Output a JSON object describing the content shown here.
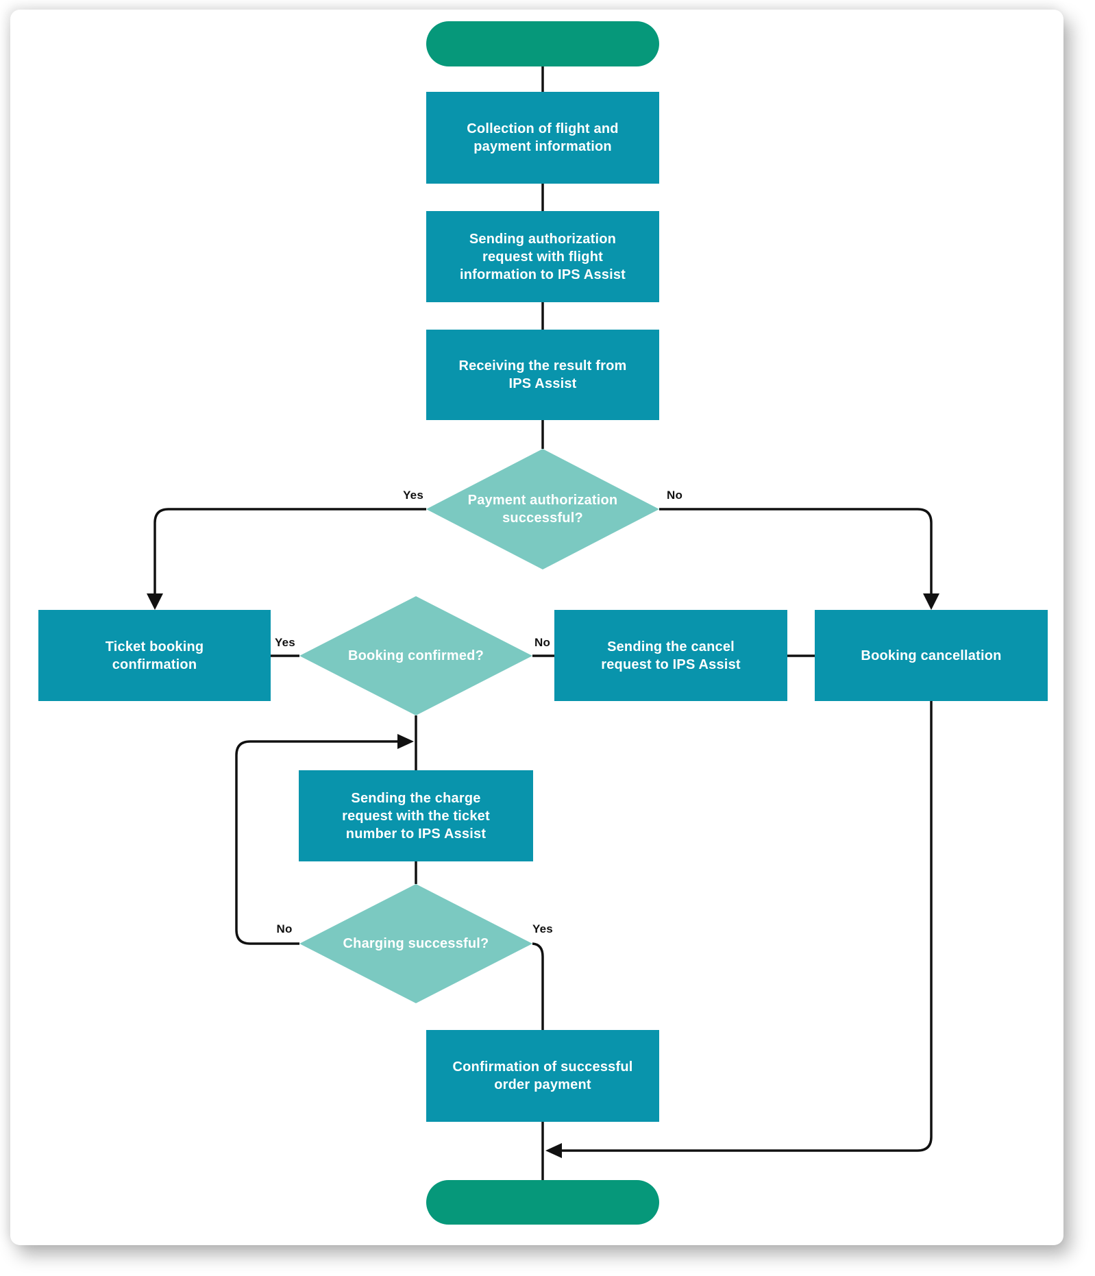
{
  "diagram": {
    "type": "flowchart",
    "nodes": [
      {
        "id": "start",
        "kind": "terminator",
        "label": ""
      },
      {
        "id": "collection",
        "kind": "process",
        "label": "Collection of flight and payment information"
      },
      {
        "id": "auth_request",
        "kind": "process",
        "label": "Sending authorization request with flight information to IPS Assist"
      },
      {
        "id": "receive_result",
        "kind": "process",
        "label": "Receiving the result from IPS Assist"
      },
      {
        "id": "payment_auth",
        "kind": "decision",
        "label": "Payment authorization successful?"
      },
      {
        "id": "ticket_confirmation",
        "kind": "process",
        "label": "Ticket booking confirmation"
      },
      {
        "id": "booking_confirmed",
        "kind": "decision",
        "label": "Booking confirmed?"
      },
      {
        "id": "cancel_request",
        "kind": "process",
        "label": "Sending the cancel request to IPS Assist"
      },
      {
        "id": "booking_cancellation",
        "kind": "process",
        "label": "Booking cancellation"
      },
      {
        "id": "charge_request",
        "kind": "process",
        "label": "Sending the charge request with the ticket number to IPS Assist"
      },
      {
        "id": "charging_successful",
        "kind": "decision",
        "label": "Charging successful?"
      },
      {
        "id": "order_confirmation",
        "kind": "process",
        "label": "Confirmation of successful order payment"
      },
      {
        "id": "end",
        "kind": "terminator",
        "label": ""
      }
    ],
    "edges": [
      {
        "from": "start",
        "to": "collection",
        "label": ""
      },
      {
        "from": "collection",
        "to": "auth_request",
        "label": ""
      },
      {
        "from": "auth_request",
        "to": "receive_result",
        "label": ""
      },
      {
        "from": "receive_result",
        "to": "payment_auth",
        "label": ""
      },
      {
        "from": "payment_auth",
        "to": "ticket_confirmation",
        "label": "Yes"
      },
      {
        "from": "payment_auth",
        "to": "booking_cancellation",
        "label": "No"
      },
      {
        "from": "booking_confirmed",
        "to": "ticket_confirmation",
        "label": "Yes"
      },
      {
        "from": "booking_confirmed",
        "to": "cancel_request",
        "label": "No"
      },
      {
        "from": "cancel_request",
        "to": "booking_cancellation",
        "label": ""
      },
      {
        "from": "booking_confirmed",
        "to": "charge_request",
        "label": ""
      },
      {
        "from": "charge_request",
        "to": "charging_successful",
        "label": ""
      },
      {
        "from": "charging_successful",
        "to": "charge_request",
        "label": "No"
      },
      {
        "from": "charging_successful",
        "to": "order_confirmation",
        "label": "Yes"
      },
      {
        "from": "order_confirmation",
        "to": "end",
        "label": ""
      },
      {
        "from": "booking_cancellation",
        "to": "end",
        "label": ""
      }
    ],
    "colors": {
      "process": "#0994ac",
      "decision": "#7bc9c1",
      "terminator": "#06987a",
      "edge": "#111111",
      "node_text": "#ffffff",
      "edge_label_text": "#111111",
      "page_background": "#ffffff"
    }
  }
}
